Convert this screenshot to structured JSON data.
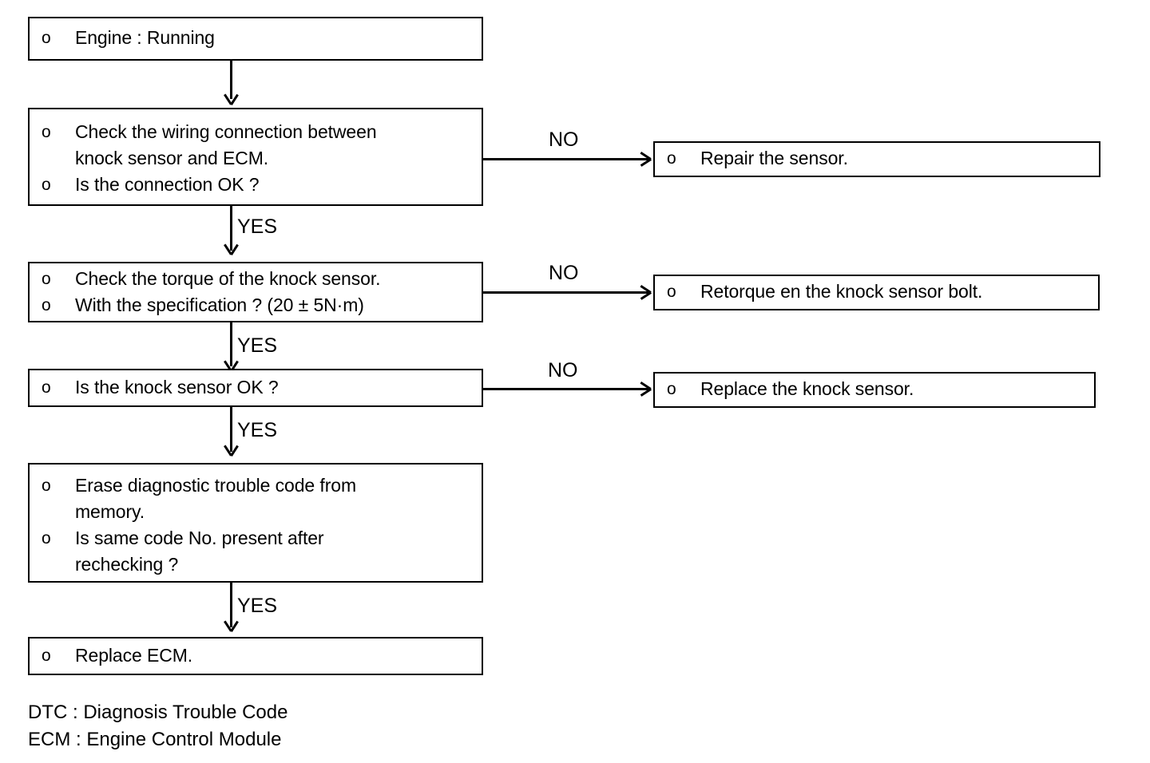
{
  "diagram": {
    "type": "flowchart",
    "title_visible": false,
    "bullet_marker": "o",
    "colors": {
      "stroke": "#000000",
      "background": "#ffffff",
      "text": "#000000"
    },
    "nodes": [
      {
        "id": "start",
        "name": "engine-running",
        "lines": [
          {
            "bullet": "o",
            "text": "Engine : Running"
          }
        ]
      },
      {
        "id": "check_wiring",
        "name": "check-wiring-connection",
        "lines": [
          {
            "bullet": "o",
            "text": "Check the wiring connection between"
          },
          {
            "bullet": "",
            "text": "knock sensor and ECM."
          },
          {
            "bullet": "o",
            "text": "Is the connection OK ?"
          }
        ]
      },
      {
        "id": "repair_sensor",
        "name": "repair-the-sensor",
        "lines": [
          {
            "bullet": "o",
            "text": "Repair the sensor."
          }
        ]
      },
      {
        "id": "check_torque",
        "name": "check-torque-of-knock-sensor",
        "lines": [
          {
            "bullet": "o",
            "text": "Check the torque of the knock sensor."
          },
          {
            "bullet": "o",
            "text": "With the specification ? (20 ± 5N·m)"
          }
        ]
      },
      {
        "id": "retorque_bolt",
        "name": "retorque-knock-sensor-bolt",
        "lines": [
          {
            "bullet": "o",
            "text": "Retorque en the knock sensor bolt."
          }
        ]
      },
      {
        "id": "sensor_ok",
        "name": "is-knock-sensor-ok",
        "lines": [
          {
            "bullet": "o",
            "text": "Is the knock sensor OK ?"
          }
        ]
      },
      {
        "id": "replace_sensor",
        "name": "replace-the-knock-sensor",
        "lines": [
          {
            "bullet": "o",
            "text": "Replace the knock sensor."
          }
        ]
      },
      {
        "id": "erase_code",
        "name": "erase-diagnostic-trouble-code",
        "lines": [
          {
            "bullet": "o",
            "text": "Erase diagnostic trouble code from"
          },
          {
            "bullet": "",
            "text": "memory."
          },
          {
            "bullet": "o",
            "text": "Is same code No. present after"
          },
          {
            "bullet": "",
            "text": "rechecking ?"
          }
        ]
      },
      {
        "id": "replace_ecm",
        "name": "replace-ecm",
        "lines": [
          {
            "bullet": "o",
            "text": "Replace ECM."
          }
        ]
      }
    ],
    "edges": [
      {
        "id": "e1",
        "from": "start",
        "to": "check_wiring",
        "label": "",
        "direction": "down"
      },
      {
        "id": "e2",
        "from": "check_wiring",
        "to": "repair_sensor",
        "label": "NO",
        "direction": "right"
      },
      {
        "id": "e3",
        "from": "check_wiring",
        "to": "check_torque",
        "label": "YES",
        "direction": "down"
      },
      {
        "id": "e4",
        "from": "check_torque",
        "to": "retorque_bolt",
        "label": "NO",
        "direction": "right"
      },
      {
        "id": "e5",
        "from": "check_torque",
        "to": "sensor_ok",
        "label": "YES",
        "direction": "down"
      },
      {
        "id": "e6",
        "from": "sensor_ok",
        "to": "replace_sensor",
        "label": "NO",
        "direction": "right"
      },
      {
        "id": "e7",
        "from": "sensor_ok",
        "to": "erase_code",
        "label": "YES",
        "direction": "down"
      },
      {
        "id": "e8",
        "from": "erase_code",
        "to": "replace_ecm",
        "label": "YES",
        "direction": "down"
      }
    ]
  },
  "legend": {
    "lines": [
      "DTC : Diagnosis Trouble Code",
      "ECM : Engine Control Module"
    ]
  }
}
